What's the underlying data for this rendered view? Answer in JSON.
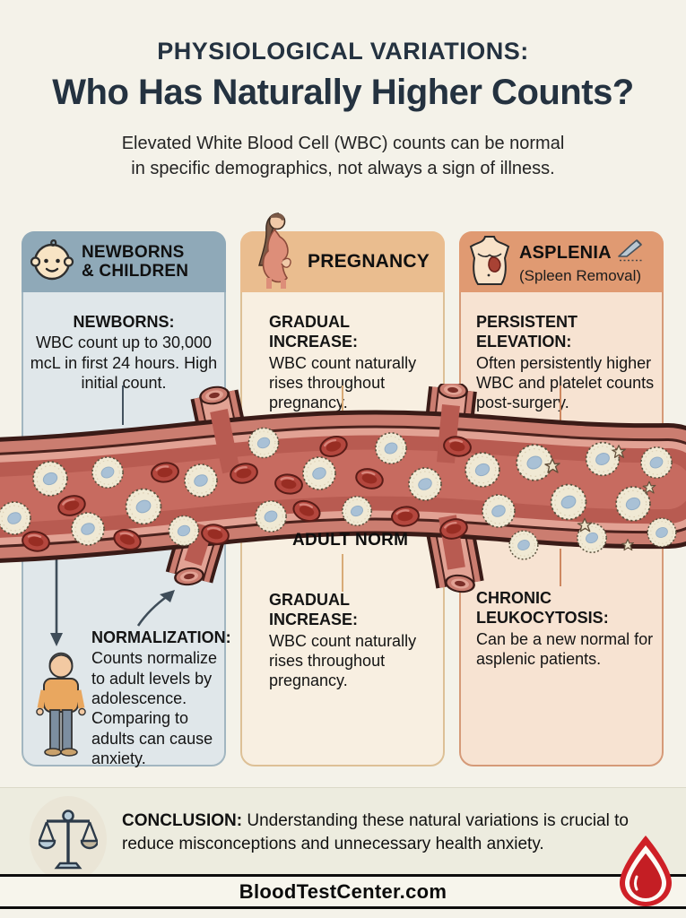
{
  "header": {
    "kicker": "PHYSIOLOGICAL VARIATIONS:",
    "title": "Who Has Naturally Higher Counts?",
    "subtitle_line1": "Elevated White Blood Cell (WBC) counts can be normal",
    "subtitle_line2": "in specific demographics, not always a sign of illness."
  },
  "columns": {
    "newborns": {
      "icon": "baby-icon",
      "title_line1": "NEWBORNS",
      "title_line2": "& CHILDREN",
      "top_heading": "NEWBORNS:",
      "top_text": "WBC count up to 30,000 mcL in first 24 hours. High initial count.",
      "bottom_heading": "NORMALIZATION:",
      "bottom_text": "Counts normalize to adult levels by adolescence. Comparing to adults can cause anxiety.",
      "colors": {
        "header_bg": "#8fa9b8",
        "body_bg": "#e0e7ea",
        "border": "#a2b6c0"
      }
    },
    "pregnancy": {
      "icon": "pregnant-woman-icon",
      "title": "PREGNANCY",
      "top_heading": "GRADUAL INCREASE:",
      "top_text": "WBC count naturally rises throughout pregnancy.",
      "bottom_heading": "GRADUAL INCREASE:",
      "bottom_text": "WBC count naturally rises throughout pregnancy.",
      "colors": {
        "header_bg": "#eabd8f",
        "body_bg": "#f8efe1",
        "border": "#ddc096"
      }
    },
    "asplenia": {
      "icon": "torso-spleen-icon",
      "scalpel": "scalpel-icon",
      "title": "ASPLENIA",
      "subtitle": "(Spleen Removal)",
      "top_heading": "PERSISTENT ELEVATION:",
      "top_text": "Often persistently higher WBC and platelet counts post-surgery.",
      "bottom_heading": "CHRONIC LEUKOCYTOSIS:",
      "bottom_text": "Can be a new normal for asplenic patients.",
      "colors": {
        "header_bg": "#e09a72",
        "body_bg": "#f7e3d2",
        "border": "#d59a78"
      }
    }
  },
  "vessel": {
    "label": "ADULT NORM",
    "wall_color": "#cb7d70",
    "lumen_color": "#b85b51",
    "wbc_color": "#f0e9d4",
    "rbc_color": "#b4473e"
  },
  "conclusion": {
    "icon": "balance-scale-icon",
    "heading": "CONCLUSION:",
    "text": "Understanding these natural variations is crucial to reduce misconceptions and unnecessary health anxiety."
  },
  "footer": {
    "site": "BloodTestCenter.com",
    "logo": "blood-drop-icon"
  }
}
